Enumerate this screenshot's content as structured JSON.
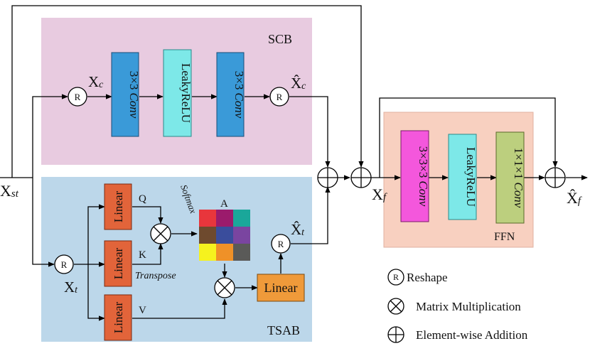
{
  "labels": {
    "scb": "SCB",
    "tsab": "TSAB",
    "ffn": "FFN",
    "x_st_base": "X",
    "x_st_sub": "st",
    "x_c_base": "X",
    "x_c_sub": "c",
    "xhat_c_base": "X̂",
    "xhat_c_sub": "c",
    "x_t_base": "X",
    "x_t_sub": "t",
    "xhat_t_base": "X̂",
    "xhat_t_sub": "t",
    "x_f_base": "X",
    "x_f_sub": "f",
    "xhat_f_base": "X̂",
    "xhat_f_sub": "f",
    "q": "Q",
    "k": "K",
    "v": "V",
    "a": "A",
    "softmax": "Softmax",
    "transpose": "Transpose"
  },
  "blocks": {
    "conv1_num": "3×3",
    "conv1_word": "Conv",
    "leaky1": "LeakyReLU",
    "conv2_num": "3×3",
    "conv2_word": "Conv",
    "linear_q": "Linear",
    "linear_k": "Linear",
    "linear_v": "Linear",
    "linear_out": "Linear",
    "conv3_num": "3×3×3",
    "conv3_word": "Conv",
    "leaky2": "LeakyReLU",
    "conv4_num": "1×1×1",
    "conv4_word": "Conv"
  },
  "symbols": {
    "reshape": "R"
  },
  "legend": {
    "reshape": "Reshape",
    "matmul": "Matrix Multiplication",
    "add": "Element-wise Addition"
  },
  "attention_colors": [
    [
      "#e8363c",
      "#9b1b6c",
      "#1aa79a"
    ],
    [
      "#6e4a2e",
      "#3a4d9c",
      "#7a45a0"
    ],
    [
      "#f6f21e",
      "#ef9128",
      "#5a5a58"
    ]
  ],
  "colors": {
    "scb_bg": "#e8cbe0",
    "tsab_bg": "#bcd7ea",
    "ffn_bg": "#f8d0c0",
    "conv_blue": "#3a9ad8",
    "leaky_cyan": "#7de8e8",
    "linear_orange": "#e2643a",
    "linear_out": "#ef9a3a",
    "conv_magenta": "#f457dc",
    "conv_green": "#bccf7e"
  }
}
